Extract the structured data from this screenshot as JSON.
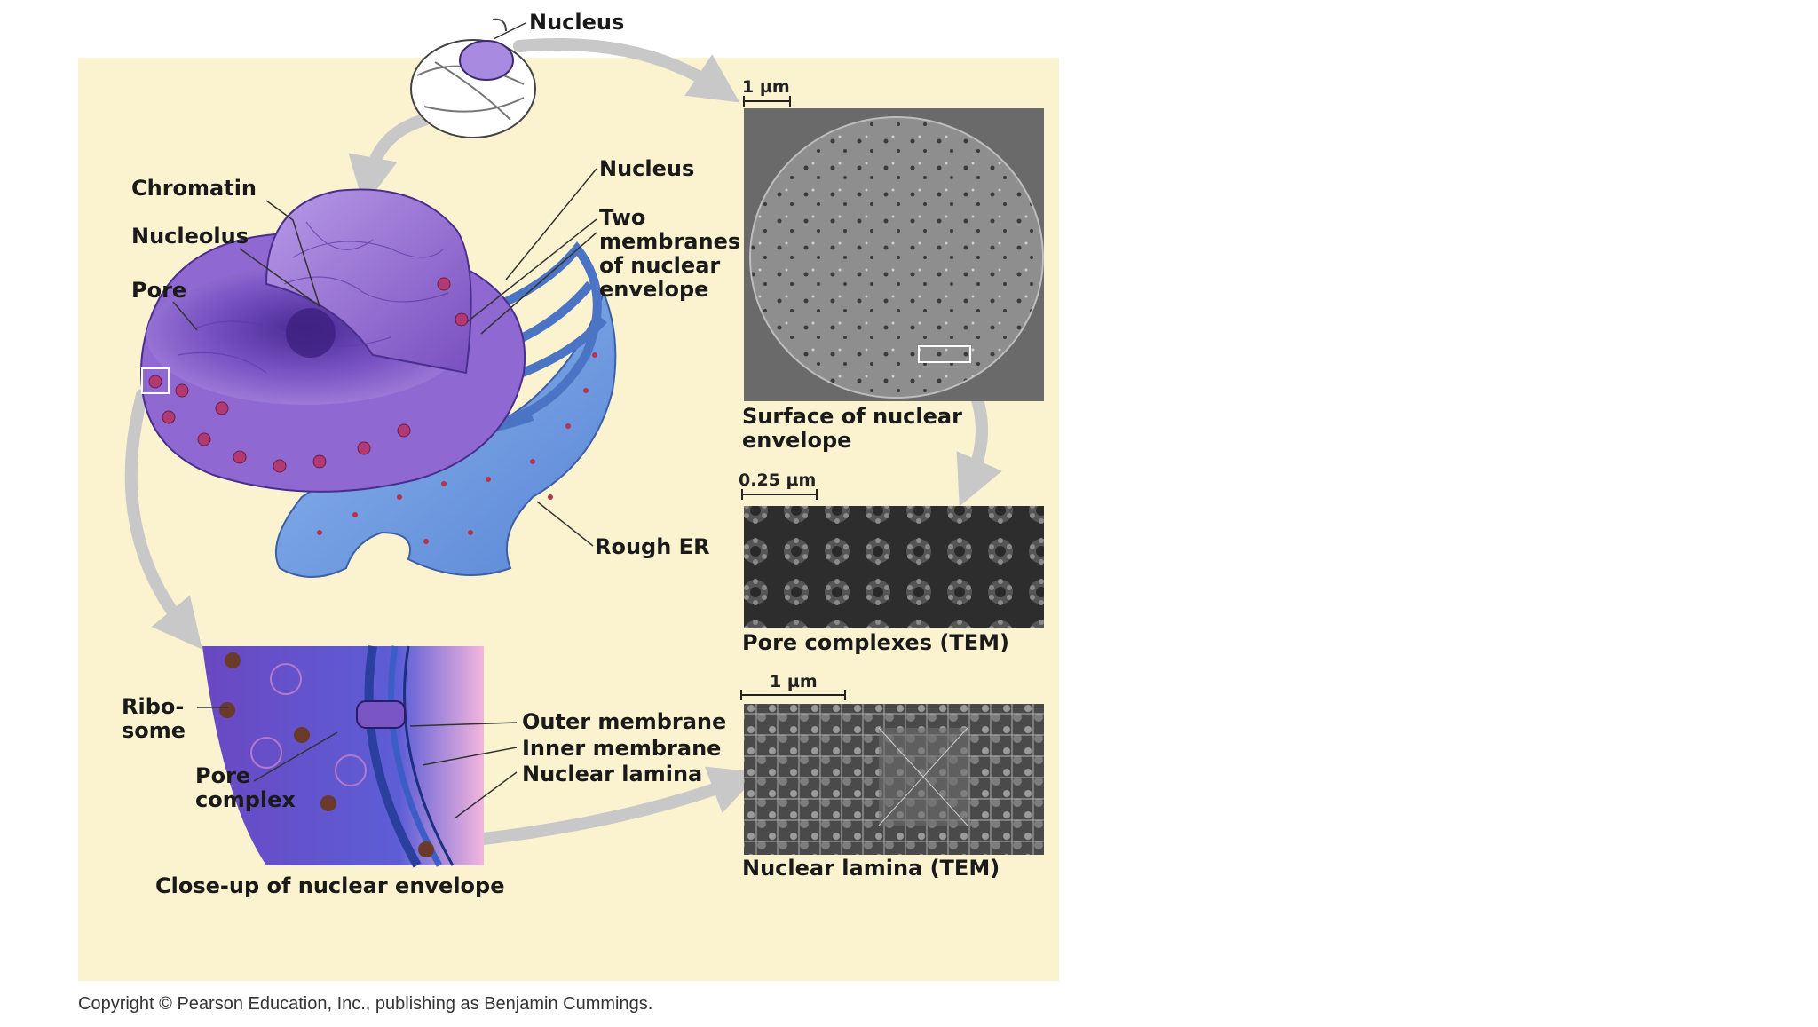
{
  "labels": {
    "nucleus_top": "Nucleus",
    "chromatin": "Chromatin",
    "nucleolus": "Nucleolus",
    "pore": "Pore",
    "nucleus": "Nucleus",
    "two_membranes": "Two\nmembranes\nof nuclear\nenvelope",
    "rough_er": "Rough ER",
    "ribosome": "Ribo-\nsome",
    "pore_complex": "Pore\ncomplex",
    "outer_membrane": "Outer membrane",
    "inner_membrane": "Inner membrane",
    "nuclear_lamina": "Nuclear lamina",
    "closeup_caption": "Close-up of nuclear envelope"
  },
  "micrographs": {
    "surface": {
      "scale": "1 µm",
      "caption": "Surface of nuclear\nenvelope"
    },
    "pores": {
      "scale": "0.25 µm",
      "caption": "Pore complexes (TEM)"
    },
    "lamina": {
      "scale": "1 µm",
      "caption": "Nuclear lamina (TEM)"
    }
  },
  "copyright": "Copyright © Pearson Education, Inc., publishing as Benjamin Cummings.",
  "colors": {
    "panel": "#fbf3cf",
    "nucleus_purple": "#7a4fc0",
    "er_blue": "#6b9be0",
    "arrow_gray": "#c8c8c8"
  }
}
